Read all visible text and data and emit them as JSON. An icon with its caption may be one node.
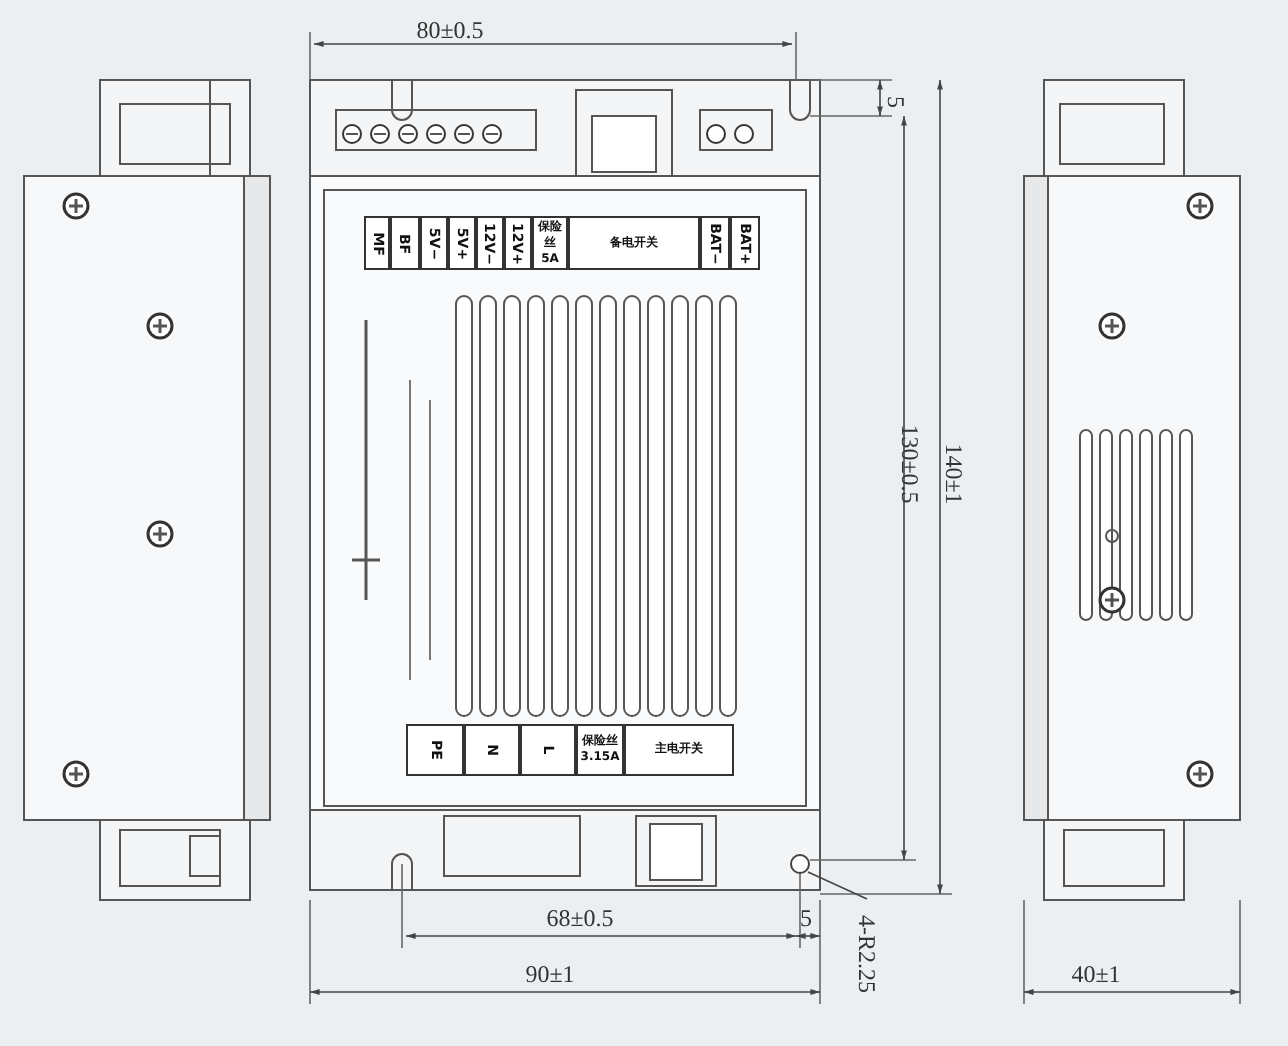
{
  "diagram": {
    "nodes": [
      {
        "text": [
          "4-R2.25"
        ]
      },
      {
        "text": [],
        "shape": "circle"
      }
    ],
    "edges": [
      {
        "from": 0,
        "to": 1,
        "arrow": "none"
      }
    ],
    "labels": [
      "80±0.5",
      "5",
      "MF",
      "BF",
      "5V−",
      "5V+",
      "12V−",
      "12V+",
      "保险丝 5A",
      "备电开关",
      "BAT−",
      "BAT+",
      "130±0.5",
      "140±1",
      "PE",
      "N",
      "L",
      "保险丝 3.15A",
      "主电开关",
      "68±0.5",
      "5",
      "90±1",
      "40±1"
    ]
  }
}
